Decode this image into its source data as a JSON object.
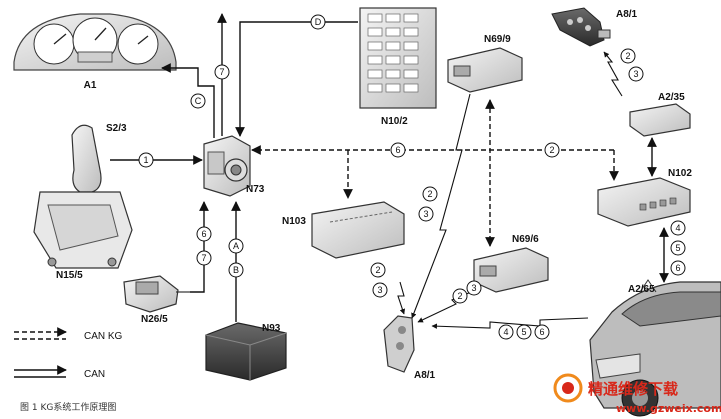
{
  "components": {
    "A1": "A1",
    "S2_3": "S2/3",
    "N15_5": "N15/5",
    "N26_5": "N26/5",
    "N93": "N93",
    "N73": "N73",
    "N10_2": "N10/2",
    "N103": "N103",
    "N69_9": "N69/9",
    "N69_6": "N69/6",
    "A8_1_key": "A8/1",
    "A8_1_handle": "A8/1",
    "A2_35": "A2/35",
    "N102": "N102",
    "A2_65": "A2/65"
  },
  "markers": {
    "m1": "1",
    "m2_top": "2",
    "m3_top": "3",
    "m2_bus": "2",
    "m6_bus": "6",
    "m7_up": "7",
    "mC": "C",
    "mD": "D",
    "m6_left": "6",
    "m7_left": "7",
    "mA": "A",
    "mB": "B",
    "m2_diag": "2",
    "m3_diag": "3",
    "m2_n103": "2",
    "m3_n103": "3",
    "m2_n696": "2",
    "m3_n696": "3",
    "m4_car": "4",
    "m5_car": "5",
    "m6_car": "6",
    "m4_bot": "4",
    "m5_bot": "5",
    "m6_bot": "6"
  },
  "legend": {
    "can_kg": "CAN KG",
    "can": "CAN"
  },
  "caption": "图 1   KG系统工作原理图",
  "watermark": {
    "line1": "精通维修下载",
    "line2": "www.gzweix.com"
  },
  "colors": {
    "line": "#111111",
    "watermark_red": "#d8281a",
    "watermark_orange": "#f08a1c"
  }
}
